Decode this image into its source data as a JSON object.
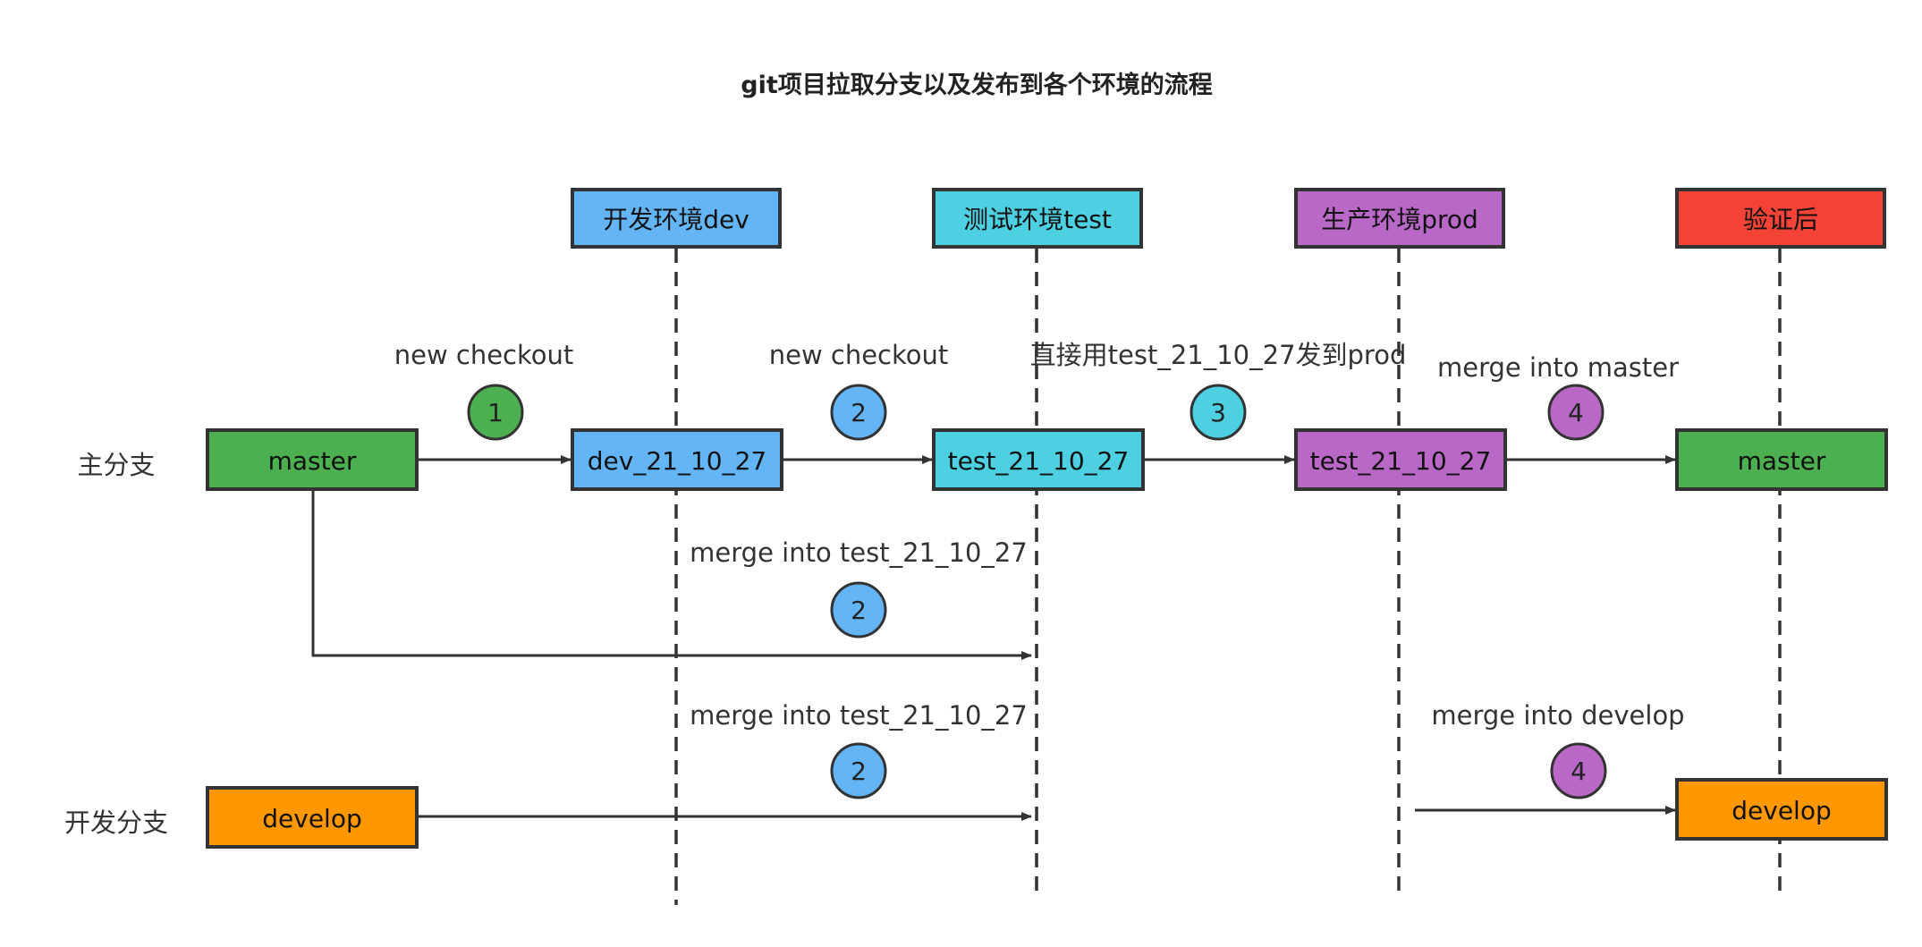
{
  "title": "git项目拉取分支以及发布到各个环境的流程",
  "lanes": {
    "main": "主分支",
    "dev": "开发分支"
  },
  "envs": [
    {
      "label": "开发环境dev",
      "color": "#64b5f6"
    },
    {
      "label": "测试环境test",
      "color": "#4dd0e1"
    },
    {
      "label": "生产环境prod",
      "color": "#ba68c8"
    },
    {
      "label": "验证后",
      "color": "#f44336"
    }
  ],
  "nodes": {
    "master_start": {
      "label": "master",
      "color": "#4caf50"
    },
    "dev_branch": {
      "label": "dev_21_10_27",
      "color": "#64b5f6"
    },
    "test_branch": {
      "label": "test_21_10_27",
      "color": "#4dd0e1"
    },
    "prod_branch": {
      "label": "test_21_10_27",
      "color": "#ba68c8"
    },
    "master_end": {
      "label": "master",
      "color": "#4caf50"
    },
    "develop_start": {
      "label": "develop",
      "color": "#ff9800"
    },
    "develop_end": {
      "label": "develop",
      "color": "#ff9800"
    }
  },
  "steps": {
    "s1": {
      "label": "new checkout",
      "badge": "1",
      "color": "#4caf50"
    },
    "s2": {
      "label": "new checkout",
      "badge": "2",
      "color": "#64b5f6"
    },
    "s3": {
      "label": "直接用test_21_10_27发到prod",
      "badge": "3",
      "color": "#4dd0e1"
    },
    "s4": {
      "label": "merge into master",
      "badge": "4",
      "color": "#ba68c8"
    },
    "s5": {
      "label": "merge into test_21_10_27",
      "badge": "2",
      "color": "#64b5f6"
    },
    "s6": {
      "label": "merge into test_21_10_27",
      "badge": "2",
      "color": "#64b5f6"
    },
    "s7": {
      "label": "merge into develop",
      "badge": "4",
      "color": "#ba68c8"
    }
  }
}
